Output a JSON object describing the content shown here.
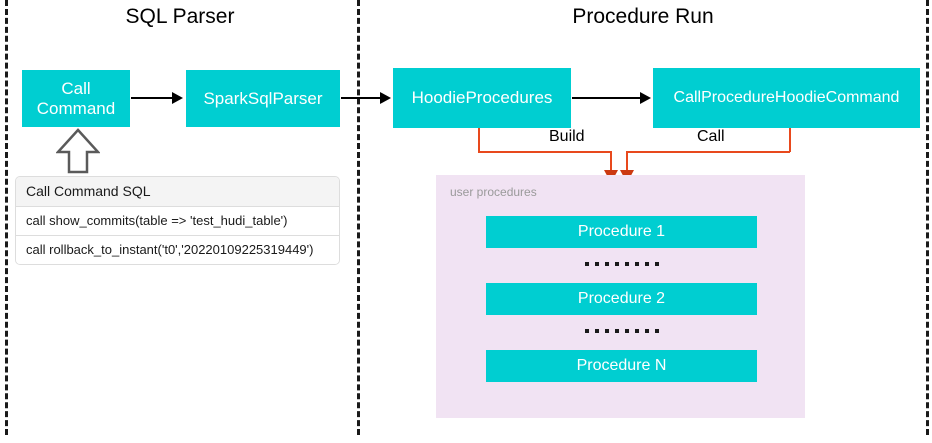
{
  "sections": {
    "left_title": "SQL Parser",
    "right_title": "Procedure Run"
  },
  "nodes": {
    "call_command": "Call\nCommand",
    "spark_sql_parser": "SparkSqlParser",
    "hoodie_procedures": "HoodieProcedures",
    "call_procedure_hoodie_command": "CallProcedureHoodieCommand"
  },
  "edges": {
    "build_label": "Build",
    "call_label": "Call"
  },
  "sql_table": {
    "header": "Call Command SQL",
    "rows": [
      "call show_commits(table => 'test_hudi_table')",
      "call rollback_to_instant('t0','20220109225319449')"
    ]
  },
  "user_procedures": {
    "label": "user procedures",
    "items": [
      "Procedure 1",
      "Procedure 2",
      "Procedure N"
    ],
    "ellipsis_dot_count": 8
  },
  "colors": {
    "node_fill": "#00ced1",
    "node_text": "#ffffff",
    "panel_fill": "#f1e3f3",
    "connector_orange": "#e8491d",
    "arrow_black": "#000000",
    "divider": "#1a1a1a",
    "table_header_fill": "#f4f4f4"
  }
}
